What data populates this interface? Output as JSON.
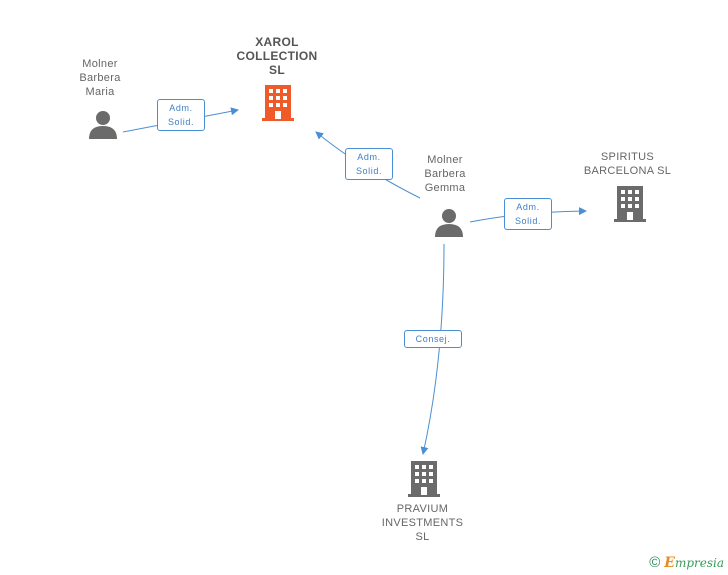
{
  "nodes": {
    "xarol": {
      "lines": [
        "XAROL",
        "COLLECTION",
        "SL"
      ]
    },
    "maria": {
      "lines": [
        "Molner",
        "Barbera",
        "Maria"
      ]
    },
    "gemma": {
      "lines": [
        "Molner",
        "Barbera",
        "Gemma"
      ]
    },
    "spiritus": {
      "lines": [
        "SPIRITUS",
        "BARCELONA SL"
      ]
    },
    "pravium": {
      "lines": [
        "PRAVIUM",
        "INVESTMENTS",
        "SL"
      ]
    }
  },
  "edges": {
    "maria_xarol": {
      "lines": [
        "Adm.",
        "Solid."
      ]
    },
    "gemma_xarol": {
      "lines": [
        "Adm.",
        "Solid."
      ]
    },
    "gemma_spiritus": {
      "lines": [
        "Adm.",
        "Solid."
      ]
    },
    "gemma_pravium": {
      "lines": [
        "Consej."
      ]
    }
  },
  "colors": {
    "main_company": "#f05a28",
    "company": "#6b6b6b",
    "person": "#6b6b6b",
    "edge": "#4a8fd6"
  },
  "footer": {
    "copyright_symbol": "©",
    "brand_initial": "E",
    "brand_rest": "mpresia"
  }
}
